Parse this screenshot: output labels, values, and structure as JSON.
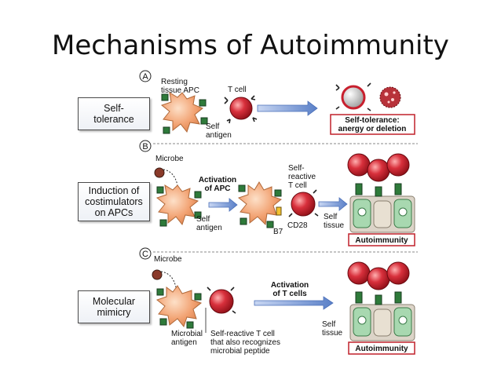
{
  "title": "Mechanisms of Autoimmunity",
  "panels": {
    "a": {
      "letter": "A",
      "side_label": [
        "Self-",
        "tolerance"
      ],
      "resting_apc": [
        "Resting",
        "tissue APC"
      ],
      "t_cell": "T cell",
      "self_antigen": [
        "Self",
        "antigen"
      ],
      "outcome": [
        "Self-tolerance:",
        "anergy or deletion"
      ]
    },
    "b": {
      "letter": "B",
      "side_label": [
        "Induction of",
        "costimulators",
        "on APCs"
      ],
      "microbe": "Microbe",
      "activation": [
        "Activation",
        "of APC"
      ],
      "self_antigen": [
        "Self",
        "antigen"
      ],
      "self_reactive": [
        "Self-",
        "reactive",
        "T cell"
      ],
      "b7": "B7",
      "cd28": "CD28",
      "self_tissue": [
        "Self",
        "tissue"
      ],
      "outcome": "Autoimmunity"
    },
    "c": {
      "letter": "C",
      "side_label": [
        "Molecular",
        "mimicry"
      ],
      "microbe": "Microbe",
      "activation": [
        "Activation",
        "of T cells"
      ],
      "microbial_antigen": [
        "Microbial",
        "antigen"
      ],
      "self_reactive": [
        "Self-reactive T cell",
        "that also recognizes",
        "microbial peptide"
      ],
      "self_tissue": [
        "Self",
        "tissue"
      ],
      "outcome": "Autoimmunity"
    }
  },
  "colors": {
    "t_cell": "#c8202e",
    "apc": "#f0a070",
    "outcome_border": "#c0202a",
    "tissue": "#a8d8b0",
    "arrow": "#6a8fd0"
  }
}
